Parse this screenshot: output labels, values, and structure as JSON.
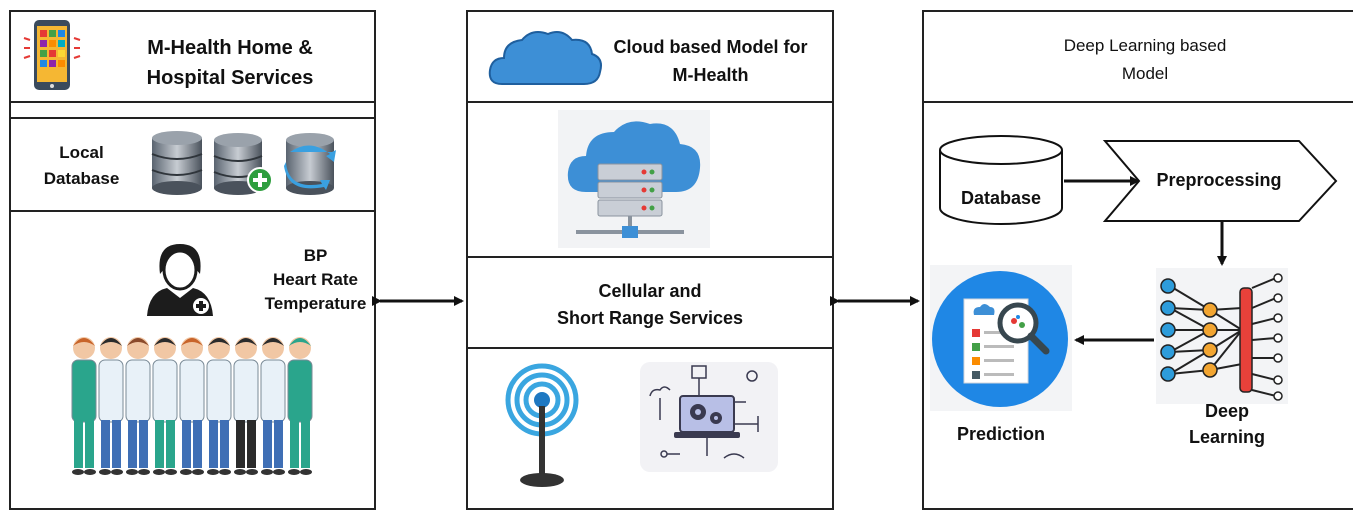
{
  "left_panel": {
    "title_line1": "M-Health Home &",
    "title_line2": "Hospital Services",
    "local_db_line1": "Local",
    "local_db_line2": "Database",
    "vitals": [
      "BP",
      "Heart Rate",
      "Temperature"
    ],
    "icons": [
      "smartphone-app-icon",
      "database-icon",
      "database-add-icon",
      "database-sync-icon",
      "doctor-icon",
      "medical-staff-group-illustration"
    ]
  },
  "middle_panel": {
    "title_line1": "Cloud based Model for",
    "title_line2": "M-Health",
    "services_line1": "Cellular and",
    "services_line2": "Short Range Services",
    "icons": [
      "cloud-icon",
      "cloud-server-icon",
      "wireless-antenna-icon",
      "network-settings-icon"
    ]
  },
  "right_panel": {
    "title_line1": "Deep Learning based",
    "title_line2": "Model",
    "database_label": "Database",
    "preprocessing_label": "Preprocessing",
    "deep_learning_line1": "Deep",
    "deep_learning_line2": "Learning",
    "prediction_label": "Prediction",
    "icons": [
      "database-cylinder-icon",
      "neural-network-icon",
      "prediction-report-icon"
    ]
  },
  "colors": {
    "border": "#222222",
    "cloud_blue": "#3d8fd6",
    "server_grey": "#c9ced6",
    "prediction_circle": "#1f87e5",
    "neuron_blue": "#2d9cdb",
    "neuron_orange": "#f2a531",
    "neuron_red": "#e8413a",
    "scrub_green": "#2aa58c",
    "coat_white": "#e8f1f8"
  }
}
